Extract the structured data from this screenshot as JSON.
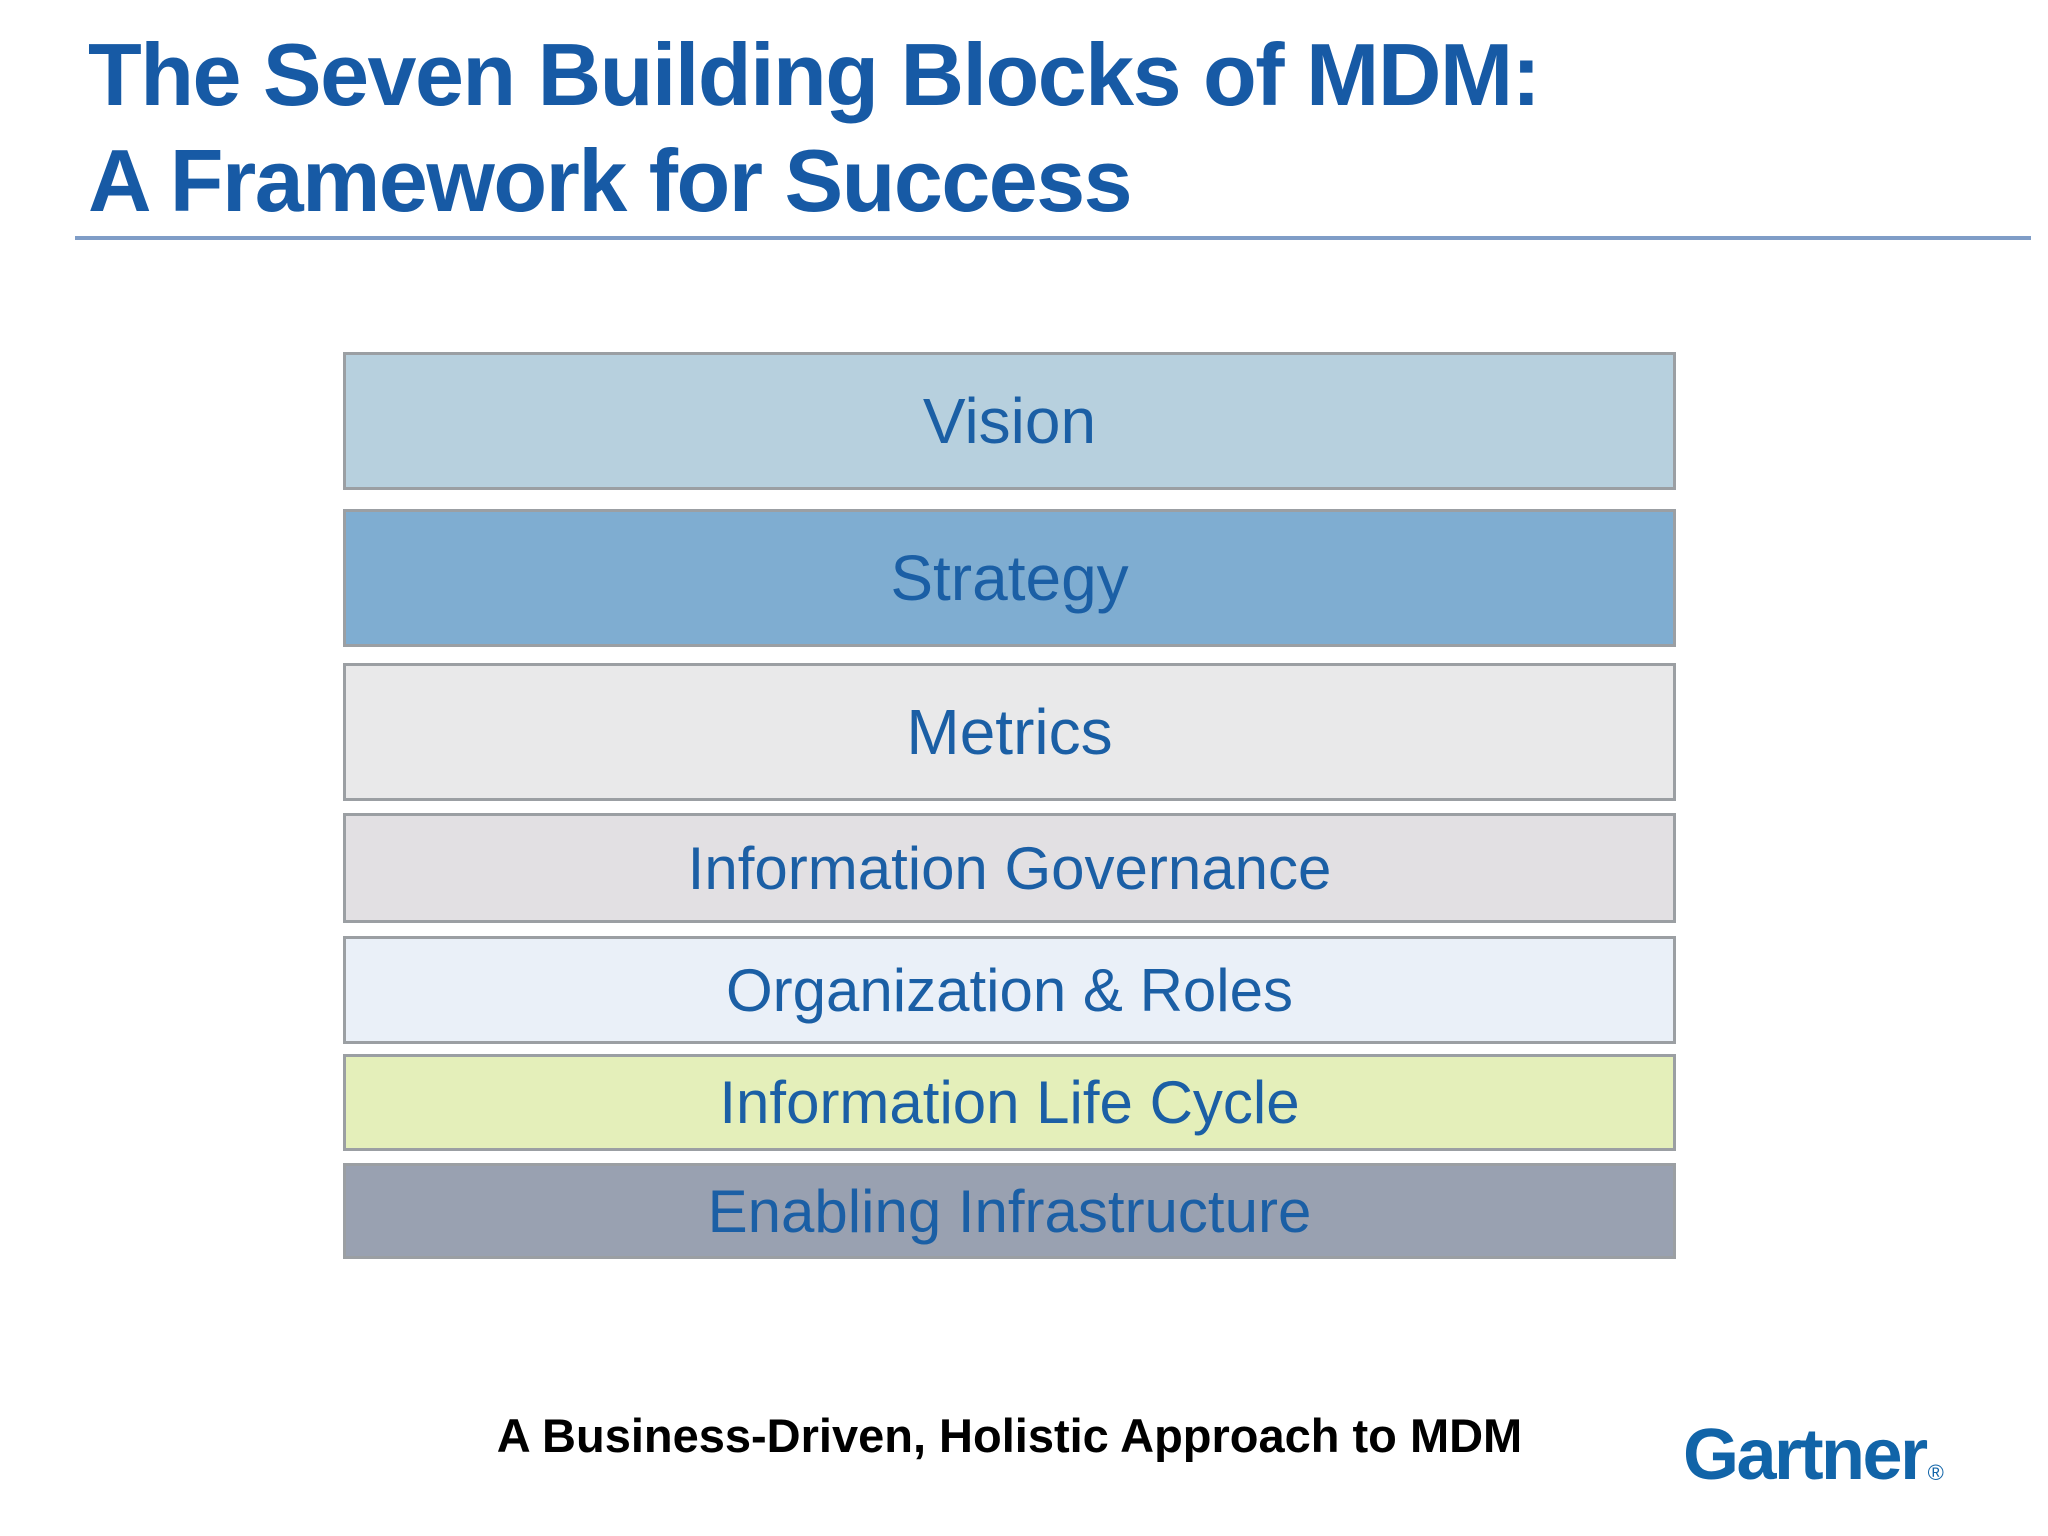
{
  "slide": {
    "title_line1": "The Seven Building Blocks of MDM:",
    "title_line2": "A Framework for Success",
    "caption": "A Business-Driven, Holistic Approach to MDM",
    "logo_text": "Gartner",
    "logo_reg_mark": "®"
  },
  "colors": {
    "title_blue": "#175aa5",
    "divider_blue": "#7f9dc7",
    "block_label_blue": "#1b5fa5",
    "block_border_gray": "#9b9fa3",
    "caption_black": "#000000",
    "gartner_blue": "#1164a8"
  },
  "blocks": [
    {
      "label": "Vision",
      "fill": "#b7d0de"
    },
    {
      "label": "Strategy",
      "fill": "#7fadd1"
    },
    {
      "label": "Metrics",
      "fill": "#e9e9ea"
    },
    {
      "label": "Information Governance",
      "fill": "#e2e0e3"
    },
    {
      "label": "Organization & Roles",
      "fill": "#eaf0f8"
    },
    {
      "label": "Information Life Cycle",
      "fill": "#e4efba"
    },
    {
      "label": "Enabling Infrastructure",
      "fill": "#99a1b1"
    }
  ]
}
